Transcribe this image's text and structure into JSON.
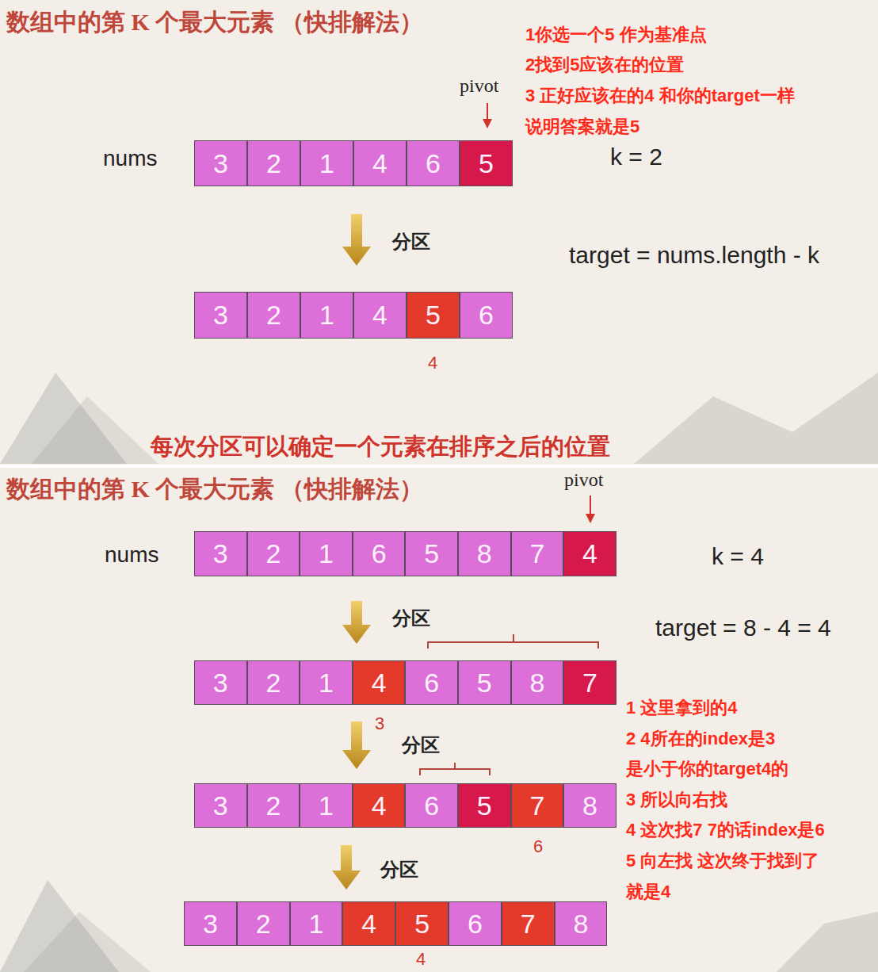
{
  "diagram": {
    "title": "数组中的第 K 个最大元素 （快排解法）",
    "nodes": [
      {
        "text": [
          "3"
        ]
      },
      {
        "text": [
          "2"
        ]
      },
      {
        "text": [
          "1"
        ]
      },
      {
        "text": [
          "4"
        ]
      },
      {
        "text": [
          "6"
        ]
      },
      {
        "text": [
          "5"
        ]
      },
      {
        "text": [
          "3"
        ]
      },
      {
        "text": [
          "2"
        ]
      },
      {
        "text": [
          "1"
        ]
      },
      {
        "text": [
          "4"
        ]
      },
      {
        "text": [
          "5"
        ]
      },
      {
        "text": [
          "6"
        ]
      },
      {
        "text": [
          "3"
        ]
      },
      {
        "text": [
          "2"
        ]
      },
      {
        "text": [
          "1"
        ]
      },
      {
        "text": [
          "6"
        ]
      },
      {
        "text": [
          "5"
        ]
      },
      {
        "text": [
          "8"
        ]
      },
      {
        "text": [
          "7"
        ]
      },
      {
        "text": [
          "4"
        ]
      },
      {
        "text": [
          "3"
        ]
      },
      {
        "text": [
          "2"
        ]
      },
      {
        "text": [
          "1"
        ]
      },
      {
        "text": [
          "4"
        ]
      },
      {
        "text": [
          "6"
        ]
      },
      {
        "text": [
          "5"
        ]
      },
      {
        "text": [
          "8"
        ]
      },
      {
        "text": [
          "7"
        ]
      },
      {
        "text": [
          "3"
        ]
      },
      {
        "text": [
          "2"
        ]
      },
      {
        "text": [
          "1"
        ]
      },
      {
        "text": [
          "4"
        ]
      },
      {
        "text": [
          "6"
        ]
      },
      {
        "text": [
          "5"
        ]
      },
      {
        "text": [
          "7"
        ]
      },
      {
        "text": [
          "8"
        ]
      },
      {
        "text": [
          "3"
        ]
      },
      {
        "text": [
          "2"
        ]
      },
      {
        "text": [
          "1"
        ]
      },
      {
        "text": [
          "4"
        ]
      },
      {
        "text": [
          "5"
        ]
      },
      {
        "text": [
          "6"
        ]
      },
      {
        "text": [
          "7"
        ]
      },
      {
        "text": [
          "8"
        ]
      }
    ],
    "labels": [
      "1你选一个5 作为基准点",
      "2找到5应该在的位置",
      "3 正好应该在的4 和你的target一样",
      "说明答案就是5",
      "pivot",
      "nums",
      "k = 2",
      "分区",
      "target = nums.length - k",
      "4",
      "每次分区可以确定一个元素在排序之后的位置",
      "数组中的第 K 个最大元素 （快排解法）",
      "pivot",
      "nums",
      "k = 4",
      "target = 8 - 4 = 4",
      "分区",
      "3",
      "1 这里拿到的4",
      "2 4所在的index是3",
      "是小于你的target4的",
      "3 所以向右找",
      "4 这次找7 7的话index是6",
      "5 向左找 这次终于找到了",
      "就是4",
      "分区",
      "6",
      "分区",
      "4"
    ]
  }
}
